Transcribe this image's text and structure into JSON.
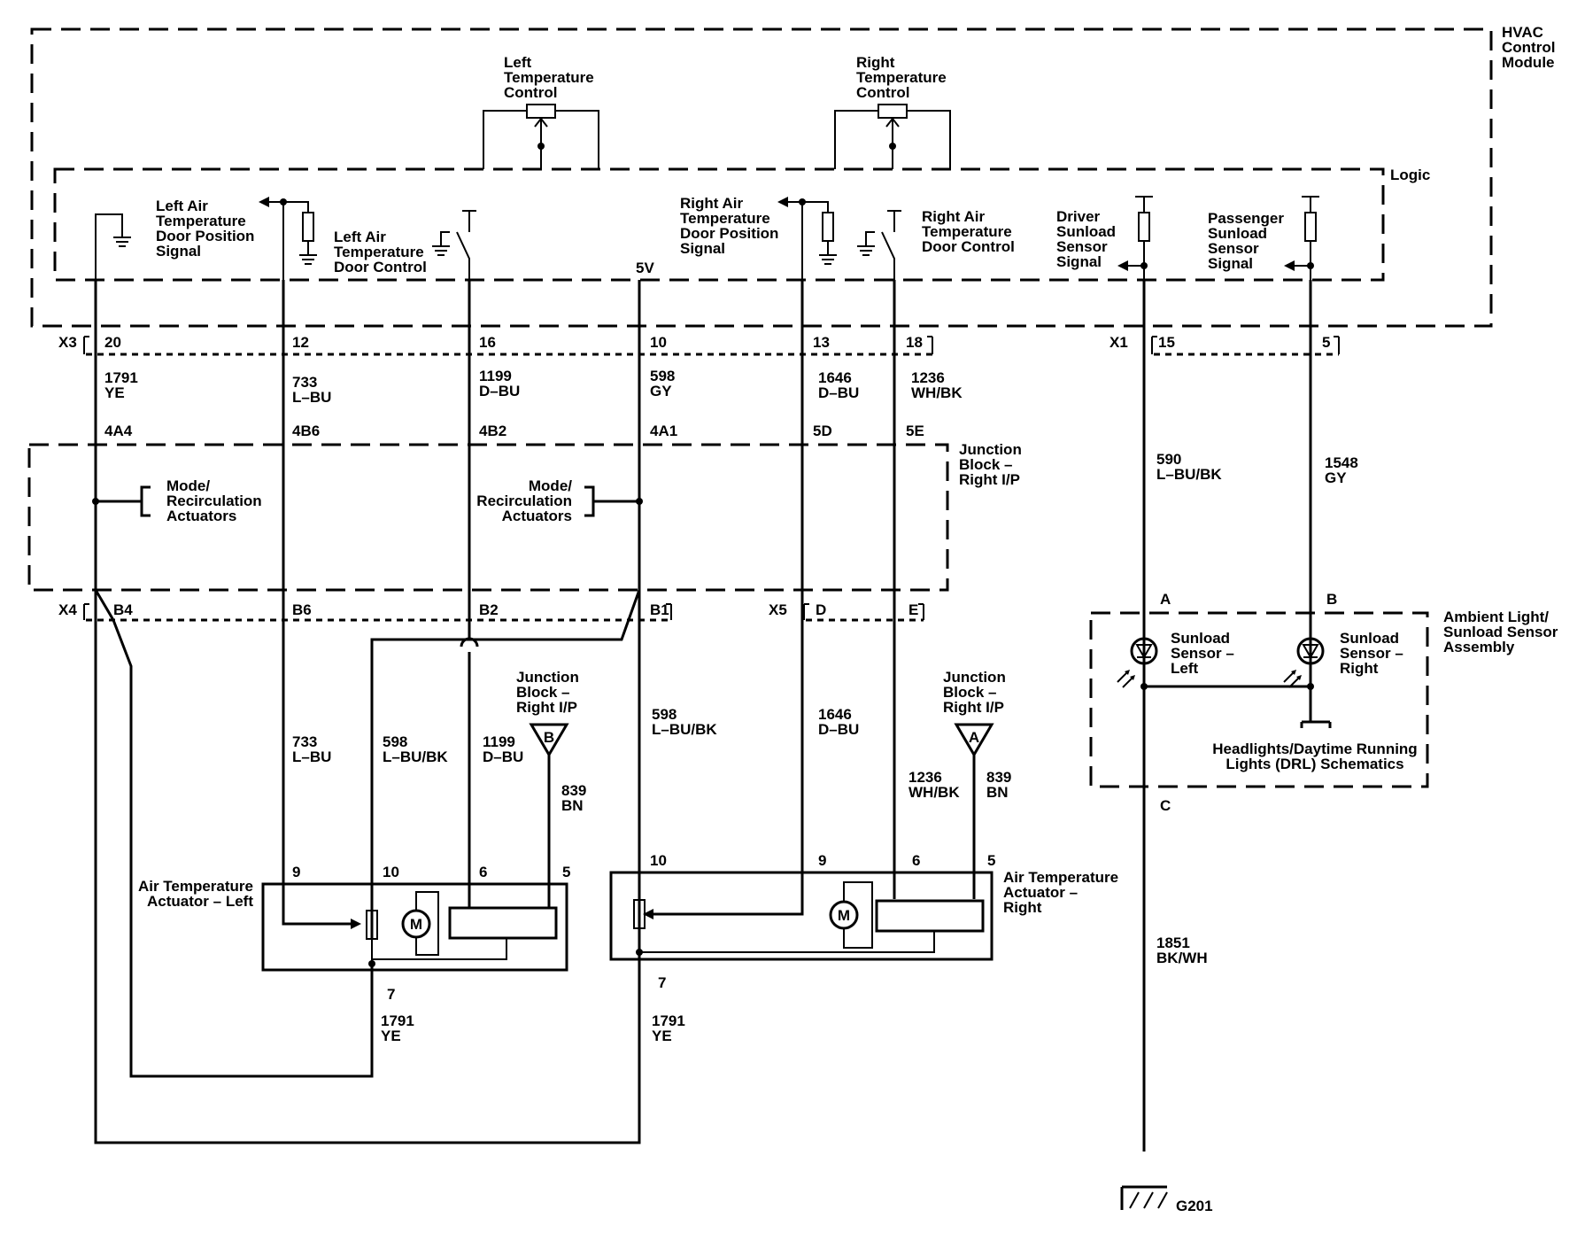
{
  "boxes": {
    "hvac_module": "HVAC|Control|Module",
    "logic": "Logic",
    "junction_block": "Junction|Block –|Right I/P",
    "ambient_assembly": "Ambient Light/|Sunload Sensor|Assembly"
  },
  "components": {
    "left_temp_control": "Left|Temperature|Control",
    "right_temp_control": "Right|Temperature|Control",
    "left_door_position": "Left Air|Temperature|Door Position|Signal",
    "left_door_control": "Left Air|Temperature|Door Control",
    "right_door_position": "Right Air|Temperature|Door Position|Signal",
    "right_door_control": "Right Air|Temperature|Door Control",
    "driver_sunload": "Driver|Sunload|Sensor|Signal",
    "passenger_sunload": "Passenger|Sunload|Sensor|Signal",
    "five_v": "5V",
    "mode_recirc_left": "Mode/|Recirculation|Actuators",
    "mode_recirc_right": "Mode/|Recirculation|Actuators",
    "jb_ref_left": "Junction|Block –|Right  I/P",
    "jb_ref_right": "Junction|Block –|Right  I/P",
    "jb_ref_letter_b": "B",
    "jb_ref_letter_a": "A",
    "actuator_left": "Air Temperature|Actuator – Left",
    "actuator_right": "Air Temperature|Actuator –|Right",
    "motor_symbol": "M",
    "sunload_left": "Sunload|Sensor –|Left",
    "sunload_right": "Sunload|Sensor –|Right",
    "headlights_ref": "Headlights/Daytime Running|Lights (DRL) Schematics",
    "ground": "G201"
  },
  "connectors": {
    "x3": "X3",
    "x1": "X1",
    "x4": "X4",
    "x5": "X5",
    "x3_pins": [
      "20",
      "12",
      "16",
      "10",
      "13",
      "18"
    ],
    "x1_pins": [
      "15",
      "5"
    ],
    "jb_top_pins": [
      "4A4",
      "4B6",
      "4B2",
      "4A1",
      "5D",
      "5E"
    ],
    "x4_pins": [
      "B4",
      "B6",
      "B2",
      "B1"
    ],
    "x5_pins": [
      "D",
      "E"
    ],
    "sensor_pins": [
      "A",
      "B",
      "C"
    ],
    "actuator_left_pins": [
      "9",
      "10",
      "6",
      "5",
      "7"
    ],
    "actuator_right_pins": [
      "10",
      "9",
      "6",
      "5",
      "7"
    ]
  },
  "wires": {
    "w1791_top": "1791|YE",
    "w733_top": "733|L–BU",
    "w1199_top": "1199|D–BU",
    "w598_top": "598|GY",
    "w1646_top": "1646|D–BU",
    "w1236_top": "1236|WH/BK",
    "w590": "590|L–BU/BK",
    "w1548": "1548|GY",
    "w733_bot": "733|L–BU",
    "w598_bot_left": "598|L–BU/BK",
    "w1199_bot": "1199|D–BU",
    "w839_left": "839|BN",
    "w598_bot_right": "598|L–BU/BK",
    "w1646_bot": "1646|D–BU",
    "w1236_bot": "1236|WH/BK",
    "w839_right": "839|BN",
    "w1791_bot_left": "1791|YE",
    "w1791_bot_right": "1791|YE",
    "w1851": "1851|BK/WH"
  }
}
